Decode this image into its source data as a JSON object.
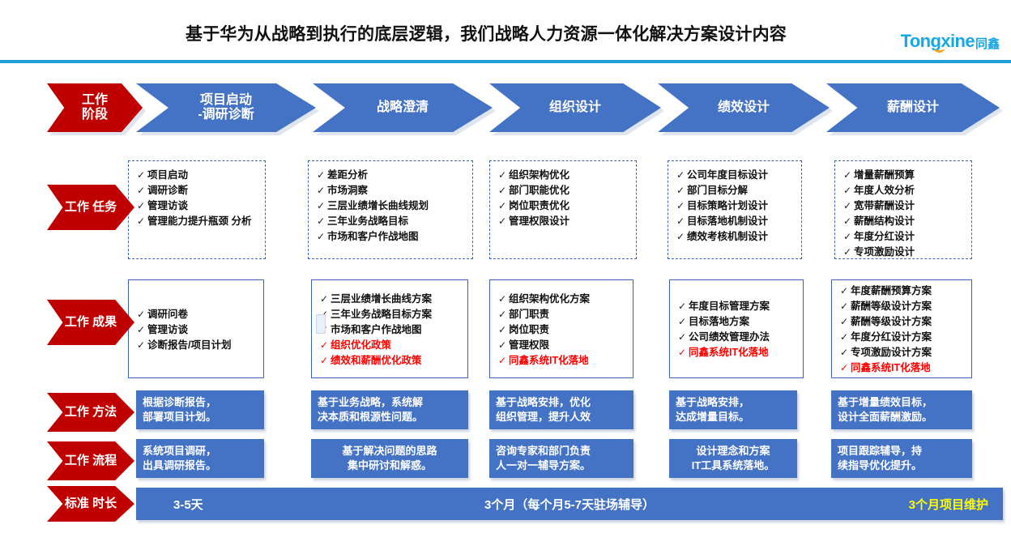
{
  "header": {
    "title": "基于华为从战略到执行的底层逻辑，我们战略人力资源一体化解决方案设计内容",
    "logo_text": "Tongxine",
    "logo_cn": "同鑫",
    "accent_color": "#17a8e3",
    "rule_color": "#1f9fd8"
  },
  "colors": {
    "red": "#c00000",
    "blue": "#4472c4",
    "dash_border": "#3b63b5",
    "highlight_red": "#ff0000",
    "highlight_yellow": "#ffff00"
  },
  "row_labels": {
    "stage": "工作\n阶段",
    "task": "工作\n任务",
    "outcome": "工作\n成果",
    "method": "工作\n方法",
    "process": "工作\n流程",
    "duration": "标准\n时长"
  },
  "stages": [
    {
      "label": "项目启动\n-调研诊断"
    },
    {
      "label": "战略澄清"
    },
    {
      "label": "组织设计"
    },
    {
      "label": "绩效设计"
    },
    {
      "label": "薪酬设计"
    }
  ],
  "tasks": [
    {
      "items": [
        {
          "text": "项目启动",
          "red": false
        },
        {
          "text": "调研诊断",
          "red": false
        },
        {
          "text": "管理访谈",
          "red": false
        },
        {
          "text": "管理能力提升瓶颈\n分析",
          "red": false
        }
      ]
    },
    {
      "items": [
        {
          "text": "差距分析",
          "red": false
        },
        {
          "text": "市场洞察",
          "red": false
        },
        {
          "text": "三层业绩增长曲线规划",
          "red": false
        },
        {
          "text": "三年业务战略目标",
          "red": false
        },
        {
          "text": "市场和客户作战地图",
          "red": false
        }
      ]
    },
    {
      "items": [
        {
          "text": "组织架构优化",
          "red": false
        },
        {
          "text": "部门职能优化",
          "red": false
        },
        {
          "text": "岗位职责优化",
          "red": false
        },
        {
          "text": "管理权限设计",
          "red": false
        }
      ]
    },
    {
      "items": [
        {
          "text": "公司年度目标设计",
          "red": false
        },
        {
          "text": "部门目标分解",
          "red": false
        },
        {
          "text": "目标策略计划设计",
          "red": false
        },
        {
          "text": "目标落地机制设计",
          "red": false
        },
        {
          "text": "绩效考核机制设计",
          "red": false
        }
      ]
    },
    {
      "items": [
        {
          "text": "增量薪酬预算",
          "red": false
        },
        {
          "text": "年度人效分析",
          "red": false
        },
        {
          "text": "宽带薪酬设计",
          "red": false
        },
        {
          "text": "薪酬结构设计",
          "red": false
        },
        {
          "text": "年度分红设计",
          "red": false
        },
        {
          "text": "专项激励设计",
          "red": false
        }
      ]
    }
  ],
  "outcomes": [
    {
      "items": [
        {
          "text": "调研问卷",
          "red": false
        },
        {
          "text": "管理访谈",
          "red": false
        },
        {
          "text": "诊断报告/项目计划",
          "red": false
        }
      ]
    },
    {
      "items": [
        {
          "text": "三层业绩增长曲线方案",
          "red": false
        },
        {
          "text": "三年业务战略目标方案",
          "red": false
        },
        {
          "text": "市场和客户作战地图",
          "red": false
        },
        {
          "text": "组织优化政策",
          "red": true
        },
        {
          "text": "绩效和薪酬优化政策",
          "red": true
        }
      ]
    },
    {
      "items": [
        {
          "text": "组织架构优化方案",
          "red": false
        },
        {
          "text": "部门职责",
          "red": false
        },
        {
          "text": "岗位职责",
          "red": false
        },
        {
          "text": "管理权限",
          "red": false
        },
        {
          "text": "同鑫系统IT化落地",
          "red": true
        }
      ]
    },
    {
      "items": [
        {
          "text": "年度目标管理方案",
          "red": false
        },
        {
          "text": "目标落地方案",
          "red": false
        },
        {
          "text": "公司绩效管理办法",
          "red": false
        },
        {
          "text": "同鑫系统IT化落地",
          "red": true
        }
      ]
    },
    {
      "items": [
        {
          "text": "年度薪酬预算方案",
          "red": false
        },
        {
          "text": "薪酬等级设计方案",
          "red": false
        },
        {
          "text": "薪酬等级设计方案",
          "red": false
        },
        {
          "text": "年度分红设计方案",
          "red": false
        },
        {
          "text": "专项激励设计方案",
          "red": false
        },
        {
          "text": "同鑫系统IT化落地",
          "red": true
        }
      ]
    }
  ],
  "methods": [
    "根据诊断报告，\n部署项目计划。",
    "基于业务战略，系统解\n决本质和根源性问题。",
    "基于战略安排，优化\n组织管理，提升人效",
    "基于战略安排，\n达成增量目标。",
    "基于增量绩效目标，\n设计全面薪酬激励。"
  ],
  "processes": [
    "系统项目调研，\n出具调研报告。",
    "基于解决问题的思路\n集中研讨和解惑。",
    "咨询专家和部门负责\n人一对一辅导方案。",
    "设计理念和方案\nIT工具系统落地。",
    "项目跟踪辅导，持\n续指导优化提升。"
  ],
  "duration": {
    "left": "3-5天",
    "middle": "3个月（每个月5-7天驻场辅导）",
    "right": "3个月项目维护"
  },
  "icons": {
    "check": "✓"
  }
}
